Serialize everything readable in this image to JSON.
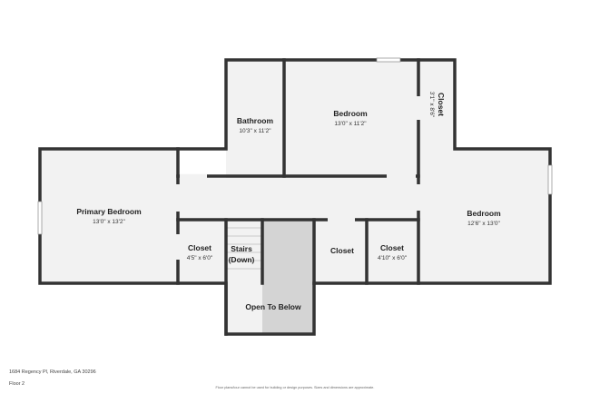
{
  "rooms": {
    "bathroom": {
      "name": "Bathroom",
      "dim": "10'3\" x 11'2\""
    },
    "bedroom_top": {
      "name": "Bedroom",
      "dim": "13'0\" x 11'2\""
    },
    "closet_top_right": {
      "name": "Closet",
      "dim": "3'1\" x 8'6\""
    },
    "primary_bedroom": {
      "name": "Primary Bedroom",
      "dim": "13'0\" x 13'2\""
    },
    "bedroom_right": {
      "name": "Bedroom",
      "dim": "12'6\" x 13'0\""
    },
    "closet_left": {
      "name": "Closet",
      "dim": "4'5\" x 6'0\""
    },
    "stairs": {
      "name_line1": "Stairs",
      "name_line2": "(Down)"
    },
    "closet_mid": {
      "name": "Closet"
    },
    "closet_right": {
      "name": "Closet",
      "dim": "4'10\" x 6'0\""
    },
    "open_below": {
      "name": "Open To Below"
    }
  },
  "footer": {
    "address": "1684 Regency Pl, Riverdale, GA 30296",
    "floor": "Floor 2",
    "disclaimer": "Floor plans/tour cannot be used for building or design purposes. Sizes and dimensions are approximate."
  },
  "colors": {
    "wall": "#333333",
    "floor_fill": "#f2f2f2",
    "open_below_fill": "#d4d4d4"
  }
}
